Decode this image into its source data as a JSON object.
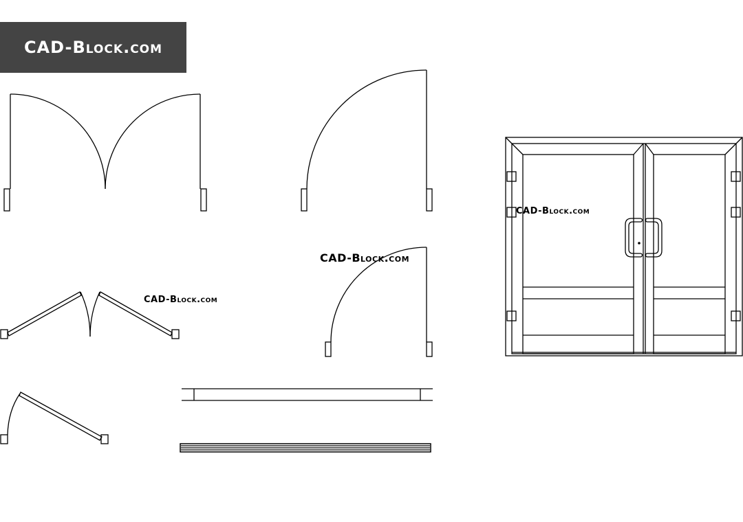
{
  "logo": {
    "text": "CAD-Block.com"
  },
  "watermarks": {
    "swing_doors": "CAD-Block.com",
    "single_door": "CAD-Block.com",
    "elevation": "CAD-Block.com"
  },
  "colors": {
    "banner_bg": "#444444",
    "banner_text": "#ffffff",
    "lines": "#000000"
  }
}
